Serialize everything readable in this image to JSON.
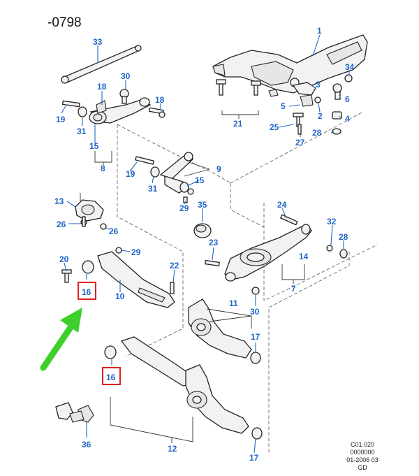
{
  "diagram": {
    "code": "-0798",
    "reference": [
      "C01.020",
      "0000000",
      "01-2006 03",
      "GD"
    ],
    "colors": {
      "callout": "#1e66c8",
      "highlight": "#e02020",
      "arrow": "#3ecf2b",
      "line": "#222222"
    },
    "callouts": [
      {
        "id": "c1",
        "text": "1"
      },
      {
        "id": "c33",
        "text": "33"
      },
      {
        "id": "c30a",
        "text": "30"
      },
      {
        "id": "c18a",
        "text": "18"
      },
      {
        "id": "c18b",
        "text": "18"
      },
      {
        "id": "c19a",
        "text": "19"
      },
      {
        "id": "c31a",
        "text": "31"
      },
      {
        "id": "c15a",
        "text": "15"
      },
      {
        "id": "c8",
        "text": "8"
      },
      {
        "id": "c34",
        "text": "34"
      },
      {
        "id": "c3",
        "text": "3"
      },
      {
        "id": "c6",
        "text": "6"
      },
      {
        "id": "c5",
        "text": "5"
      },
      {
        "id": "c2",
        "text": "2"
      },
      {
        "id": "c4",
        "text": "4"
      },
      {
        "id": "c21",
        "text": "21"
      },
      {
        "id": "c25",
        "text": "25"
      },
      {
        "id": "c28a",
        "text": "28"
      },
      {
        "id": "c27",
        "text": "27"
      },
      {
        "id": "c9",
        "text": "9"
      },
      {
        "id": "c19b",
        "text": "19"
      },
      {
        "id": "c31b",
        "text": "31"
      },
      {
        "id": "c15b",
        "text": "15"
      },
      {
        "id": "c29a",
        "text": "29"
      },
      {
        "id": "c35",
        "text": "35"
      },
      {
        "id": "c13",
        "text": "13"
      },
      {
        "id": "c26a",
        "text": "26"
      },
      {
        "id": "c26b",
        "text": "26"
      },
      {
        "id": "c24",
        "text": "24"
      },
      {
        "id": "c32",
        "text": "32"
      },
      {
        "id": "c28b",
        "text": "28"
      },
      {
        "id": "c23",
        "text": "23"
      },
      {
        "id": "c14",
        "text": "14"
      },
      {
        "id": "c7",
        "text": "7"
      },
      {
        "id": "c20",
        "text": "20"
      },
      {
        "id": "c29b",
        "text": "29"
      },
      {
        "id": "c22",
        "text": "22"
      },
      {
        "id": "c16a",
        "text": "16"
      },
      {
        "id": "c10",
        "text": "10"
      },
      {
        "id": "c11",
        "text": "11"
      },
      {
        "id": "c30b",
        "text": "30"
      },
      {
        "id": "c17a",
        "text": "17"
      },
      {
        "id": "c16b",
        "text": "16"
      },
      {
        "id": "c36",
        "text": "36"
      },
      {
        "id": "c12",
        "text": "12"
      },
      {
        "id": "c17b",
        "text": "17"
      }
    ]
  }
}
